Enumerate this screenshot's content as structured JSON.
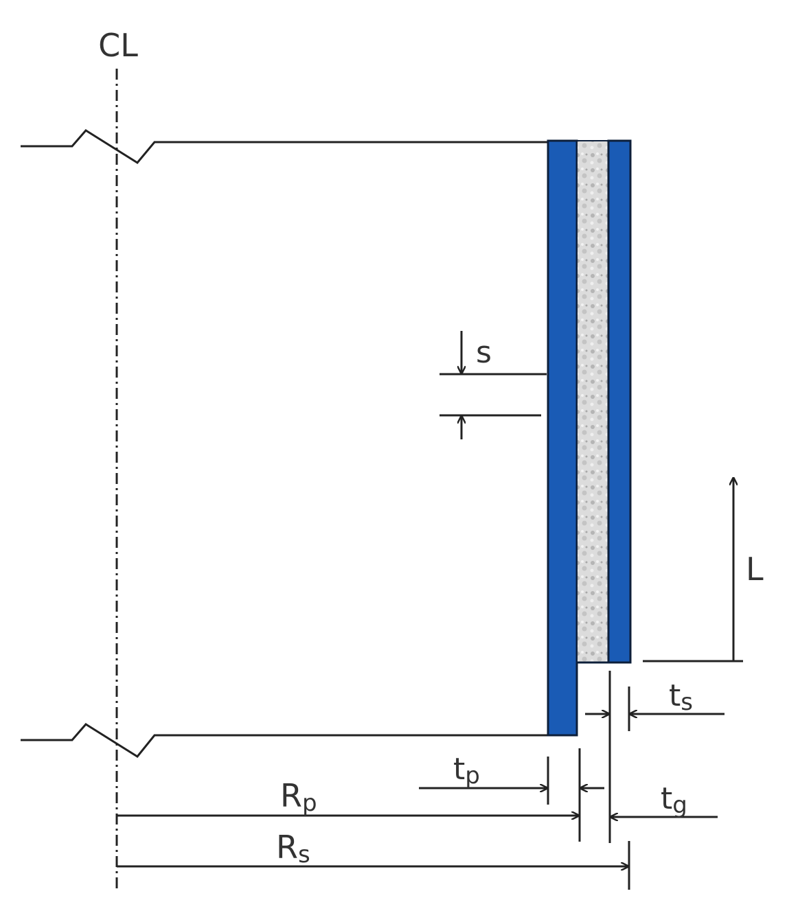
{
  "labels": {
    "centerline": "CL",
    "spacing": "s",
    "length": "L",
    "shell_thickness": {
      "main": "t",
      "sub": "s"
    },
    "pipe_thickness": {
      "main": "t",
      "sub": "p"
    },
    "gap_thickness": {
      "main": "t",
      "sub": "g"
    },
    "pipe_radius": {
      "main": "R",
      "sub": "p"
    },
    "shell_radius": {
      "main": "R",
      "sub": "s"
    }
  },
  "colors": {
    "wall_fill": "#1a5bb5",
    "wall_stroke": "#0d1f3a",
    "grout_fill": "#d9d9d9",
    "line": "#222222",
    "text": "#333333"
  }
}
